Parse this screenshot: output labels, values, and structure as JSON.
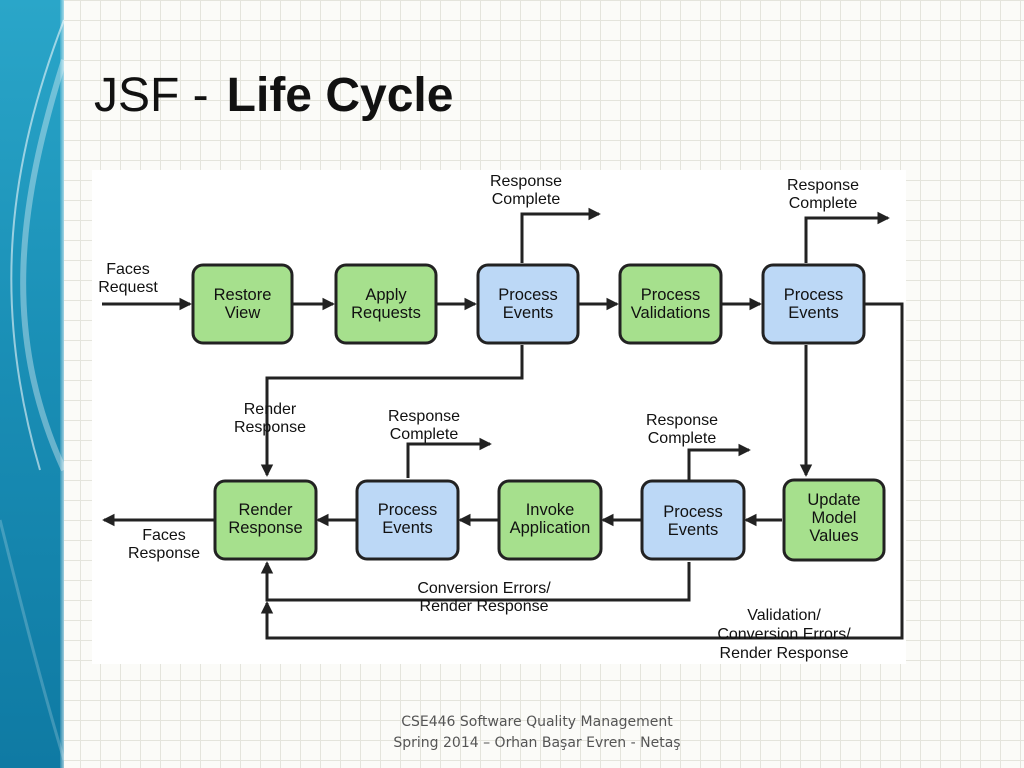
{
  "slide": {
    "title_prefix": "JSF -",
    "title_main": "Life Cycle"
  },
  "colors": {
    "phase_fill": "#a6e08d",
    "event_fill": "#bcd8f6",
    "stroke": "#222222",
    "accent_band": "#1a8fb6"
  },
  "diagram": {
    "phases": {
      "restore_view": [
        "Restore",
        "View"
      ],
      "apply_requests": [
        "Apply",
        "Requests"
      ],
      "process_events_1": [
        "Process",
        "Events"
      ],
      "process_validations": [
        "Process",
        "Validations"
      ],
      "process_events_2": [
        "Process",
        "Events"
      ],
      "update_model_values": [
        "Update",
        "Model",
        "Values"
      ],
      "process_events_3": [
        "Process",
        "Events"
      ],
      "invoke_application": [
        "Invoke",
        "Application"
      ],
      "process_events_4": [
        "Process",
        "Events"
      ],
      "render_response": [
        "Render",
        "Response"
      ]
    },
    "labels": {
      "faces_request": [
        "Faces",
        "Request"
      ],
      "faces_response": [
        "Faces",
        "Response"
      ],
      "response_complete_1": [
        "Response",
        "Complete"
      ],
      "response_complete_2": [
        "Response",
        "Complete"
      ],
      "response_complete_3": [
        "Response",
        "Complete"
      ],
      "response_complete_4": [
        "Response",
        "Complete"
      ],
      "render_response_note": [
        "Render",
        "Response"
      ],
      "conversion_errors": [
        "Conversion Errors/",
        "Render Response"
      ],
      "validation_errors": [
        "Validation/",
        "Conversion Errors/",
        "Render Response"
      ]
    }
  },
  "footer": {
    "line1": "CSE446 Software Quality Management",
    "line2": "Spring 2014 – Orhan Başar Evren  - Netaş"
  }
}
